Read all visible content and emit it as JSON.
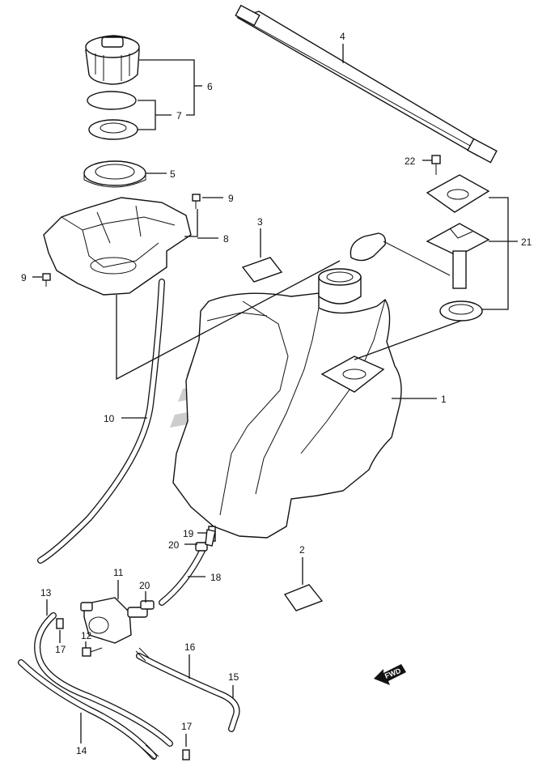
{
  "diagram": {
    "callouts": [
      {
        "id": "c1",
        "text": "1"
      },
      {
        "id": "c2",
        "text": "2"
      },
      {
        "id": "c3",
        "text": "3"
      },
      {
        "id": "c4",
        "text": "4"
      },
      {
        "id": "c5",
        "text": "5"
      },
      {
        "id": "c6",
        "text": "6"
      },
      {
        "id": "c7",
        "text": "7"
      },
      {
        "id": "c8",
        "text": "8"
      },
      {
        "id": "c9a",
        "text": "9"
      },
      {
        "id": "c9b",
        "text": "9"
      },
      {
        "id": "c10",
        "text": "10"
      },
      {
        "id": "c11",
        "text": "11"
      },
      {
        "id": "c12",
        "text": "12"
      },
      {
        "id": "c13",
        "text": "13"
      },
      {
        "id": "c14",
        "text": "14"
      },
      {
        "id": "c15",
        "text": "15"
      },
      {
        "id": "c16",
        "text": "16"
      },
      {
        "id": "c17a",
        "text": "17"
      },
      {
        "id": "c17b",
        "text": "17"
      },
      {
        "id": "c18",
        "text": "18"
      },
      {
        "id": "c19",
        "text": "19"
      },
      {
        "id": "c20a",
        "text": "20"
      },
      {
        "id": "c20b",
        "text": "20"
      },
      {
        "id": "c21",
        "text": "21"
      },
      {
        "id": "c22",
        "text": "22"
      }
    ],
    "fwd_marker": "FWD",
    "watermark_color": "#c4c4c4",
    "line_color": "#111111"
  }
}
